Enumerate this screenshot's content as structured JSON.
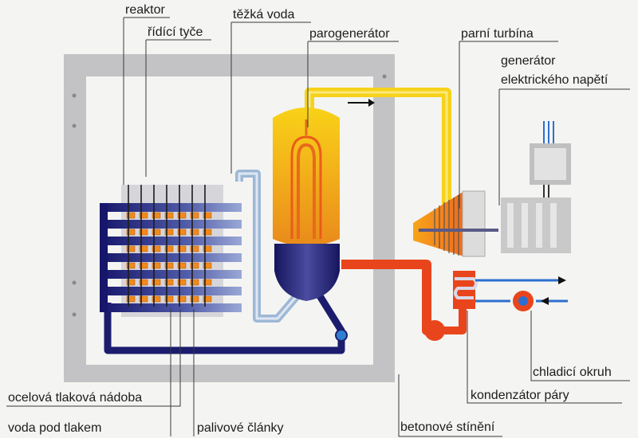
{
  "labels": {
    "reactor": "reaktor",
    "control_rods": "řídící tyče",
    "heavy_water": "těžká voda",
    "steam_generator": "parogenerátor",
    "steam_turbine": "parní turbína",
    "generator_line1": "generátor",
    "generator_line2": "elektrického napětí",
    "cooling_circuit": "chladicí okruh",
    "steam_condenser": "kondenzátor páry",
    "concrete_shielding": "betonové stínění",
    "steel_pressure_vessel": "ocelová tlaková nádoba",
    "pressurized_water": "voda pod tlakem",
    "fuel_cells": "palivové články"
  },
  "colors": {
    "background": "#f4f4f2",
    "concrete": "#c3c3c5",
    "reactor_core": "#1c1c6e",
    "fuel": "#f08a1c",
    "heavy_water_pipe": "#9db8d6",
    "steam": "#f7d21a",
    "hot_water": "#e9451c",
    "generator": "#c9c9c9",
    "cooling": "#2d6fd0",
    "leader_line": "#3a3a3a"
  }
}
